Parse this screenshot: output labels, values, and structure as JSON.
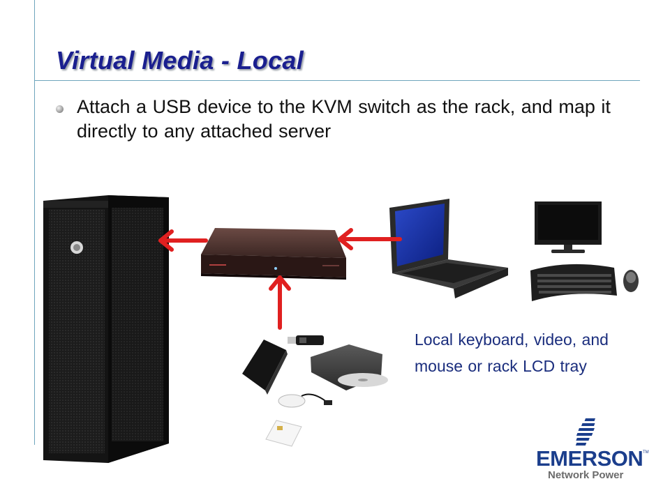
{
  "slide": {
    "title": "Virtual Media - Local",
    "bullet": "Attach a USB device to the KVM switch as the rack, and map it directly to any attached server",
    "caption": "Local keyboard, video, and mouse or rack LCD tray"
  },
  "logo": {
    "wordmark": "EMERSON",
    "trademark": "TM",
    "subtitle": "Network Power"
  },
  "colors": {
    "title": "#1a1f8f",
    "caption": "#1a2d7d",
    "arrow": "#e02020",
    "rule": "#6fa6bd",
    "logo": "#1b3e8c"
  },
  "icons": {
    "rack": "server-rack-icon",
    "kvm": "kvm-switch-icon",
    "lcd": "lcd-tray-icon",
    "monitor": "monitor-icon",
    "keyboard": "keyboard-icon",
    "mouse": "mouse-icon",
    "usb": "usb-drive-icon",
    "hdd": "external-hdd-icon",
    "dvd": "dvd-drive-icon",
    "card": "smart-card-icon",
    "reader": "card-reader-icon"
  }
}
